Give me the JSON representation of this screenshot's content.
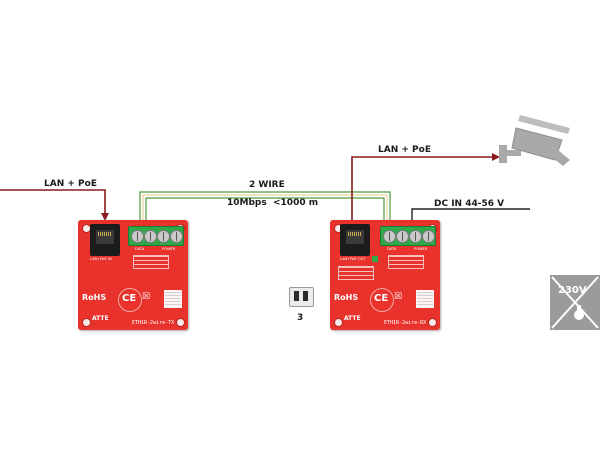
{
  "labels": {
    "lan_poe_left": "LAN + PoE",
    "lan_poe_right": "LAN + PoE",
    "two_wire": "2 WIRE",
    "speed": "10Mbps",
    "distance": "<1000 m",
    "dc_in": "DC IN 44-56 V",
    "jumper_number": "3"
  },
  "boards": [
    {
      "name": "transmitter",
      "rj45_label": "LAN+PoE IN",
      "terminal_labels": [
        "DATA",
        "POWER"
      ],
      "rohs": "RoHS",
      "ce": "CE",
      "logo": "ATTE",
      "model": "ETH1R-2wire-TX"
    },
    {
      "name": "receiver",
      "rj45_label": "LAN+PoE OUT",
      "terminal_labels": [
        "DATA",
        "POWER"
      ],
      "rohs": "RoHS",
      "ce": "CE",
      "logo": "ATTE",
      "model": "ETH1R-2wire-RX"
    }
  ],
  "badge": {
    "text": "230V",
    "icon": "no-230v-mains-icon"
  },
  "colors": {
    "lan_line": "#8b1a1a",
    "wire_pair": "#4f9a3c",
    "wire_pair_2": "#e8d29a",
    "dc_line": "#222222",
    "board": "#e8322b",
    "camera": "#a9a9a9"
  }
}
